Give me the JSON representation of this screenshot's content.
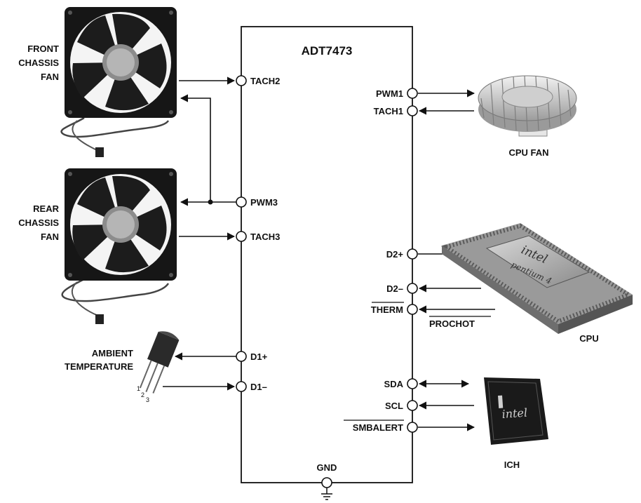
{
  "chip": {
    "name": "ADT7473",
    "gnd": "GND"
  },
  "left_pins": [
    "TACH2",
    "PWM3",
    "TACH3",
    "D1+",
    "D1–"
  ],
  "right_pins": [
    "PWM1",
    "TACH1",
    "D2+",
    "D2–",
    "THERM",
    "SDA",
    "SCL",
    "SMBALERT"
  ],
  "devices": {
    "front_fan": [
      "FRONT",
      "CHASSIS",
      "FAN"
    ],
    "rear_fan": [
      "REAR",
      "CHASSIS",
      "FAN"
    ],
    "ambient": [
      "AMBIENT",
      "TEMPERATURE"
    ],
    "cpu_fan": "CPU FAN",
    "cpu": "CPU",
    "prochot": "PROCHOT",
    "ich": "ICH",
    "cpu_marking": [
      "intel",
      "pentium 4"
    ],
    "ich_marking": [
      "intel"
    ],
    "transistor_pins": [
      "1",
      "2",
      "3"
    ]
  }
}
